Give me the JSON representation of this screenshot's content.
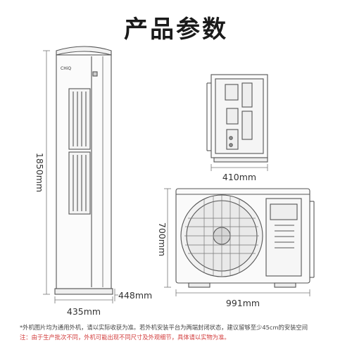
{
  "title": "产品参数",
  "brand": "CHiQ",
  "dimensions": {
    "indoor_height": "1850mm",
    "indoor_width": "435mm",
    "indoor_depth": "448mm",
    "outdoor_depth": "410mm",
    "outdoor_height": "700mm",
    "outdoor_width": "991mm"
  },
  "notes": {
    "line1": "*外机图片均为通用外机，请以实际收获为准。若外机安装平台为两端封闭状态，建议留够至少45cm的安装空间",
    "line2": "注：由于生产批次不同，外机可能出现不同尺寸及外观细节，具体请以实物为准。"
  }
}
